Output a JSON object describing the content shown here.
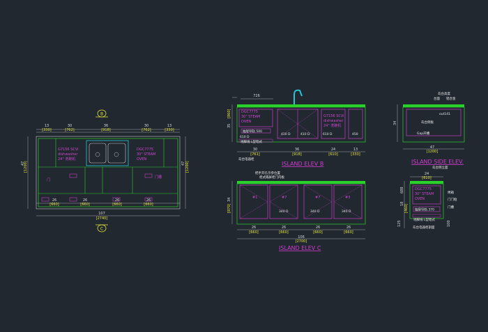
{
  "plan": {
    "marker_top": "B",
    "marker_bottom": "C",
    "dims_top": [
      "13",
      "[330]",
      "30",
      "[762]",
      "36",
      "[918]",
      "30",
      "[762]",
      "13",
      "[330]"
    ],
    "dims_bottom": [
      "26",
      "[660]",
      "26",
      "[660]",
      "26",
      "[660]",
      "26",
      "[660]"
    ],
    "total": "107",
    "total_mm": "[2740]",
    "left_dim": "47",
    "left_dim_mm": "[1200]",
    "right_dim": "47",
    "right_dim_mm": "[1200]",
    "dishwasher": [
      "G7156 SCVi",
      "dishwasher",
      "24\" 洗碗机"
    ],
    "oven": [
      "DGC7775",
      "30\" STEAM",
      "OVEN"
    ],
    "small_label_left": "门",
    "small_label_right": "门槽"
  },
  "elev_b": {
    "title": "ISLAND ELEV B",
    "top_dim": "726",
    "left_dims": [
      "[860]",
      "35"
    ],
    "oven": [
      "DGC7775",
      "30\" STEAM",
      "OVEN"
    ],
    "dishwasher": [
      "G7156 SCVi",
      "dishwasher",
      "24\" 洗碗机"
    ],
    "drawer_label": "抽屉导轨 500",
    "base_label": "地脚线 L型暗式",
    "note": "岛台电器柜",
    "dims_bottom": [
      "30",
      "[761]",
      "36",
      "[918]",
      "24",
      "[610]",
      "13",
      "[330]"
    ],
    "inner_dims": [
      "610 D",
      "410 D",
      "410 D",
      "610 D",
      "450"
    ]
  },
  "elev_side": {
    "title": "ISLAND SIDE ELEV.",
    "notes": [
      "岛台高度",
      "台面",
      "铝合金"
    ],
    "panel_label": "岛台侧板",
    "panel_label2": "Gap开槽",
    "top_small": "out141",
    "dim_bottom": "47",
    "dim_bottom_mm": "[1200]",
    "left_dim": "34",
    "sub": "岛台侧立面"
  },
  "elev_c": {
    "title": "ISLAND ELEV C",
    "notes": [
      "把手开孔示参位置",
      "柜式隔屏柜门内板"
    ],
    "doors": [
      "#1",
      "#7",
      "#7",
      "#3"
    ],
    "inner_dims": [
      "340 D",
      "340 D",
      "340 D"
    ],
    "dims_bottom": [
      "26",
      "[660]",
      "26",
      "[660]",
      "26",
      "[660]",
      "26",
      "[660]"
    ],
    "total": "106",
    "total_mm": "[2700]",
    "left_dims": [
      "34",
      "[870]"
    ]
  },
  "elev_d": {
    "top_dim": "24",
    "top_dim_mm": "[610]",
    "oven": [
      "DGC7775",
      "30\" STEAM",
      "OVEN"
    ],
    "drawer_label": "抽屉导轨 370",
    "base_label": "地脚线 L型暗式",
    "right_notes": [
      "烤箱",
      "门门框",
      "门槽"
    ],
    "bottom_note": "岛台电器柜剖面",
    "left_dims": [
      "688",
      "18",
      "[460]",
      "125"
    ],
    "right_dim": "100"
  }
}
